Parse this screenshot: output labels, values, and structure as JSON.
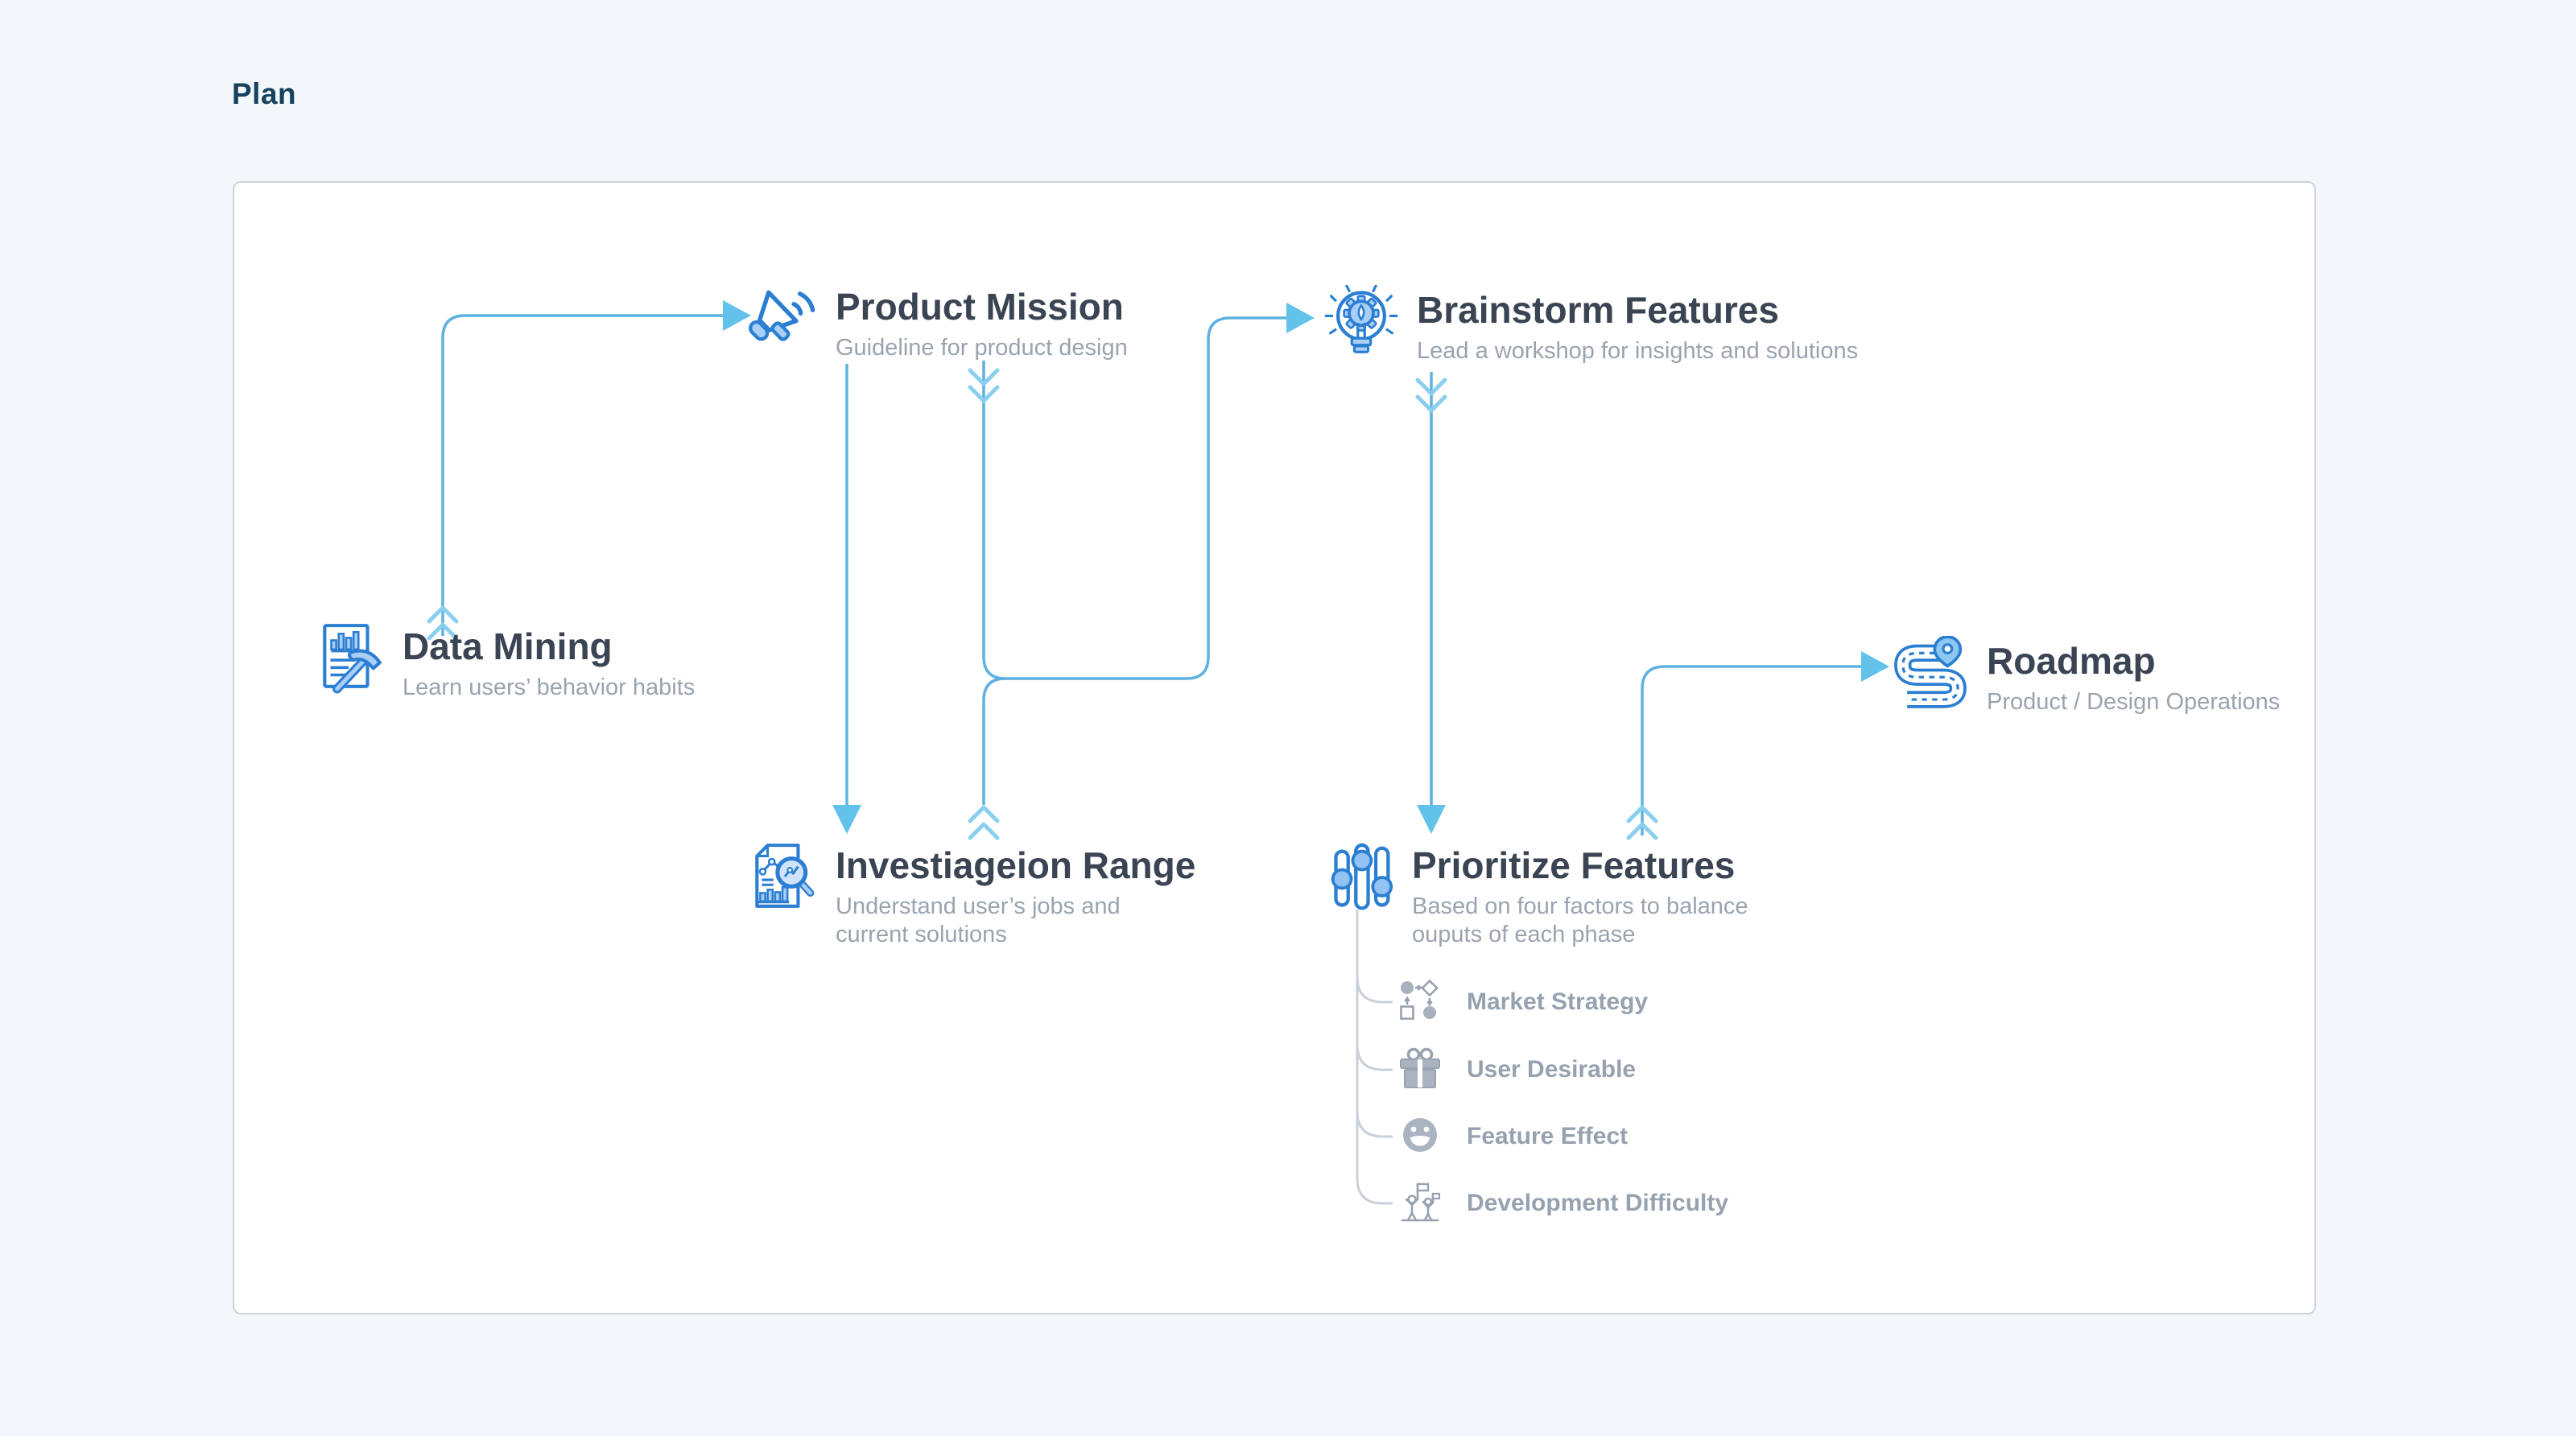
{
  "page": {
    "title": "Plan"
  },
  "colors": {
    "page_background": "#f4f7f9",
    "panel_background": "#ffffff",
    "panel_border": "#ccd3da",
    "plan_title": "#16425f",
    "node_title": "#3b4453",
    "node_subtitle": "#9aa3ae",
    "connector_blue": "#5fb2df",
    "arrowhead_blue": "#63c2e9",
    "chevron_blue": "#8bcfef",
    "icon_blue_stroke": "#2b7ed2",
    "icon_blue_fill": "#a9cff6",
    "connector_gray": "#c9d0d9",
    "factor_gray": "#97a1af"
  },
  "nodes": {
    "data_mining": {
      "title": "Data Mining",
      "subtitle": "Learn users’ behavior habits",
      "icon": "document-pickaxe-icon"
    },
    "product_mission": {
      "title": "Product Mission",
      "subtitle": "Guideline for product design",
      "icon": "megaphone-icon"
    },
    "brainstorm_features": {
      "title": "Brainstorm Features",
      "subtitle": "Lead a workshop for insights and solutions",
      "icon": "lightbulb-gear-icon"
    },
    "investigation_range": {
      "title": "Investiageion Range",
      "subtitle": "Understand user’s jobs and current solutions",
      "icon": "document-magnifier-icon"
    },
    "prioritize_features": {
      "title": "Prioritize Features",
      "subtitle": "Based on four factors to balance ouputs of each phase",
      "icon": "sliders-icon"
    },
    "roadmap": {
      "title": "Roadmap",
      "subtitle": "Product / Design Operations",
      "icon": "winding-road-pin-icon"
    }
  },
  "factors": [
    {
      "label": "Market Strategy",
      "icon": "flowchart-icon"
    },
    {
      "label": "User Desirable",
      "icon": "gift-icon"
    },
    {
      "label": "Feature Effect",
      "icon": "smiley-icon"
    },
    {
      "label": "Development Difficulty",
      "icon": "team-flag-icon"
    }
  ]
}
